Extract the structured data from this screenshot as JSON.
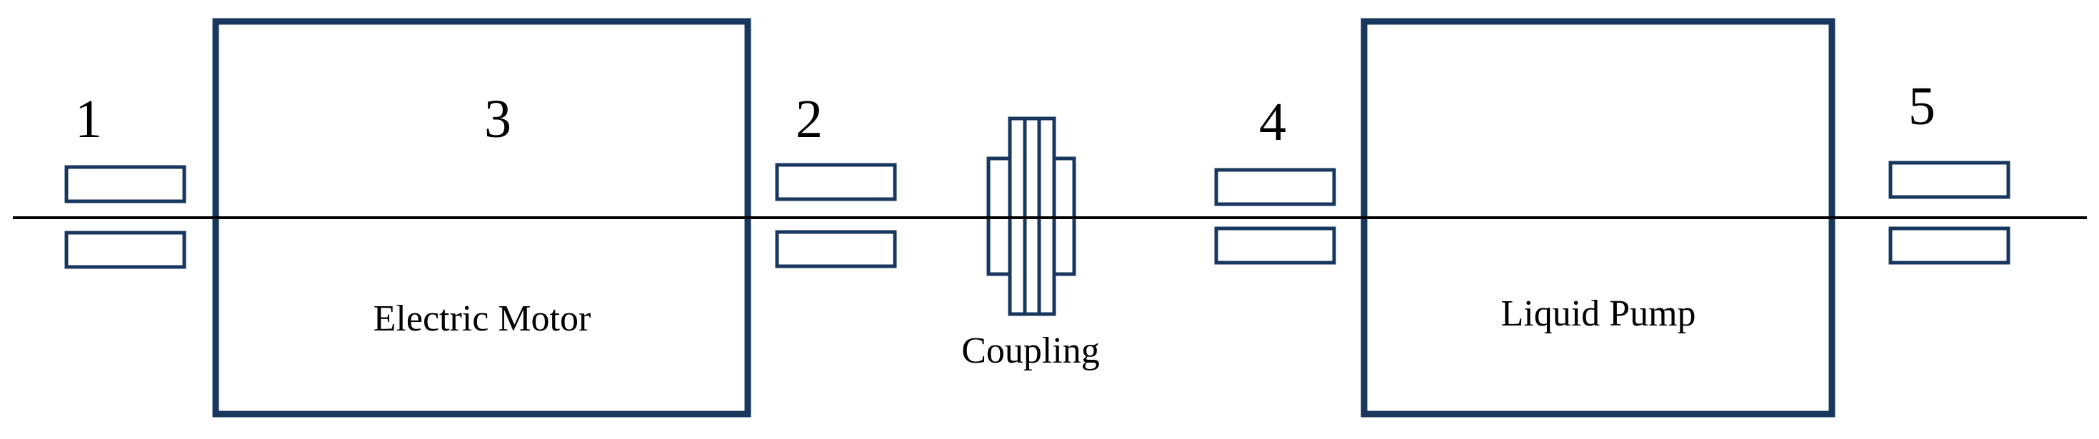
{
  "diagram": {
    "components": {
      "motor": {
        "label": "Electric Motor",
        "number": "3"
      },
      "pump": {
        "label": "Liquid Pump"
      },
      "coupling": {
        "label": "Coupling"
      }
    },
    "bearings": [
      {
        "number": "1"
      },
      {
        "number": "2"
      },
      {
        "number": "4"
      },
      {
        "number": "5"
      }
    ]
  },
  "colors": {
    "outline": "#17375e",
    "shaft": "#000000",
    "text": "#000000",
    "background": "#ffffff"
  }
}
